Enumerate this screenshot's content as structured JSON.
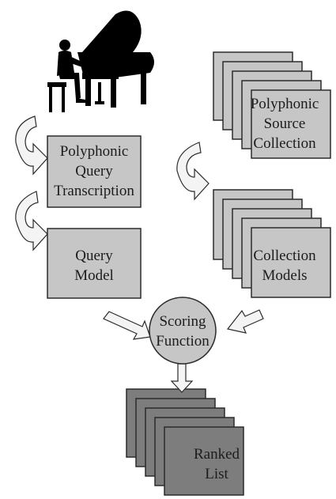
{
  "diagram": {
    "query_transcription": {
      "lines": [
        "Polyphonic",
        "Query",
        "Transcription"
      ]
    },
    "query_model": {
      "lines": [
        "Query",
        "Model"
      ]
    },
    "source_collection": {
      "lines": [
        "Polyphonic",
        "Source",
        "Collection"
      ]
    },
    "collection_models": {
      "lines": [
        "Collection",
        "Models"
      ]
    },
    "scoring_function": {
      "lines": [
        "Scoring",
        "Function"
      ]
    },
    "ranked_list": {
      "lines": [
        "Ranked",
        "List"
      ]
    }
  },
  "colors": {
    "box_fill": "#c6c6c6",
    "dark_box_fill": "#7d7d7d",
    "stroke": "#2b2b2b",
    "arrow_fill": "#f4f4f4",
    "silhouette": "#000000"
  },
  "icons": {
    "pianist": "pianist-at-grand-piano-icon"
  }
}
